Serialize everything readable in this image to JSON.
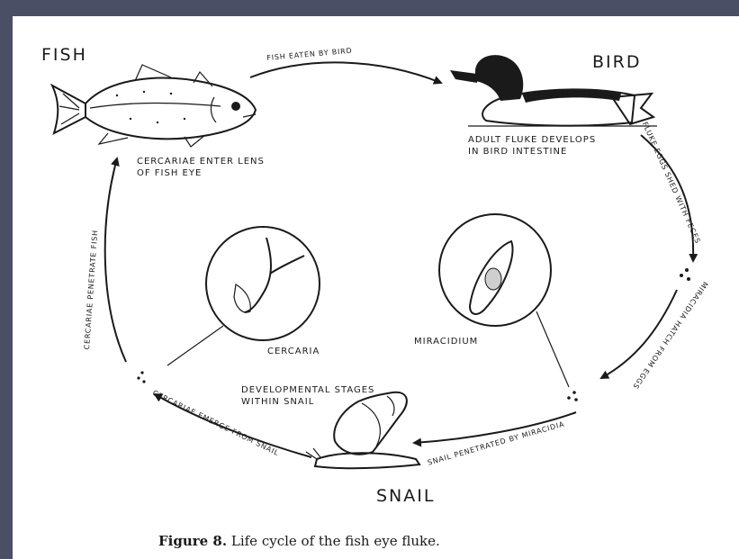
{
  "nodes": {
    "fish": "Fish",
    "bird": "Bird",
    "snail": "Snail"
  },
  "arrows": {
    "fish_to_bird": "Fish eaten by bird",
    "bird_to_eggs": "Fluke eggs shed with feces",
    "eggs_to_miracidia": "Miracidia hatch from eggs",
    "miracidia_to_snail": "Snail penetrated by miracidia",
    "snail_to_cercariae": "Cercariae emerge from snail",
    "cercariae_to_fish": "Cercariae penetrate fish"
  },
  "notes": {
    "fish_eye_line1": "Cercariae enter lens",
    "fish_eye_line2": "of fish eye",
    "bird_line1": "Adult fluke develops",
    "bird_line2": "in bird intestine",
    "snail_line1": "Developmental stages",
    "snail_line2": "within snail"
  },
  "insets": {
    "cercaria": "Cercaria",
    "miracidium": "Miracidium"
  },
  "caption": {
    "figure": "Figure 8.",
    "text": "Life cycle of the fish eye fluke."
  }
}
